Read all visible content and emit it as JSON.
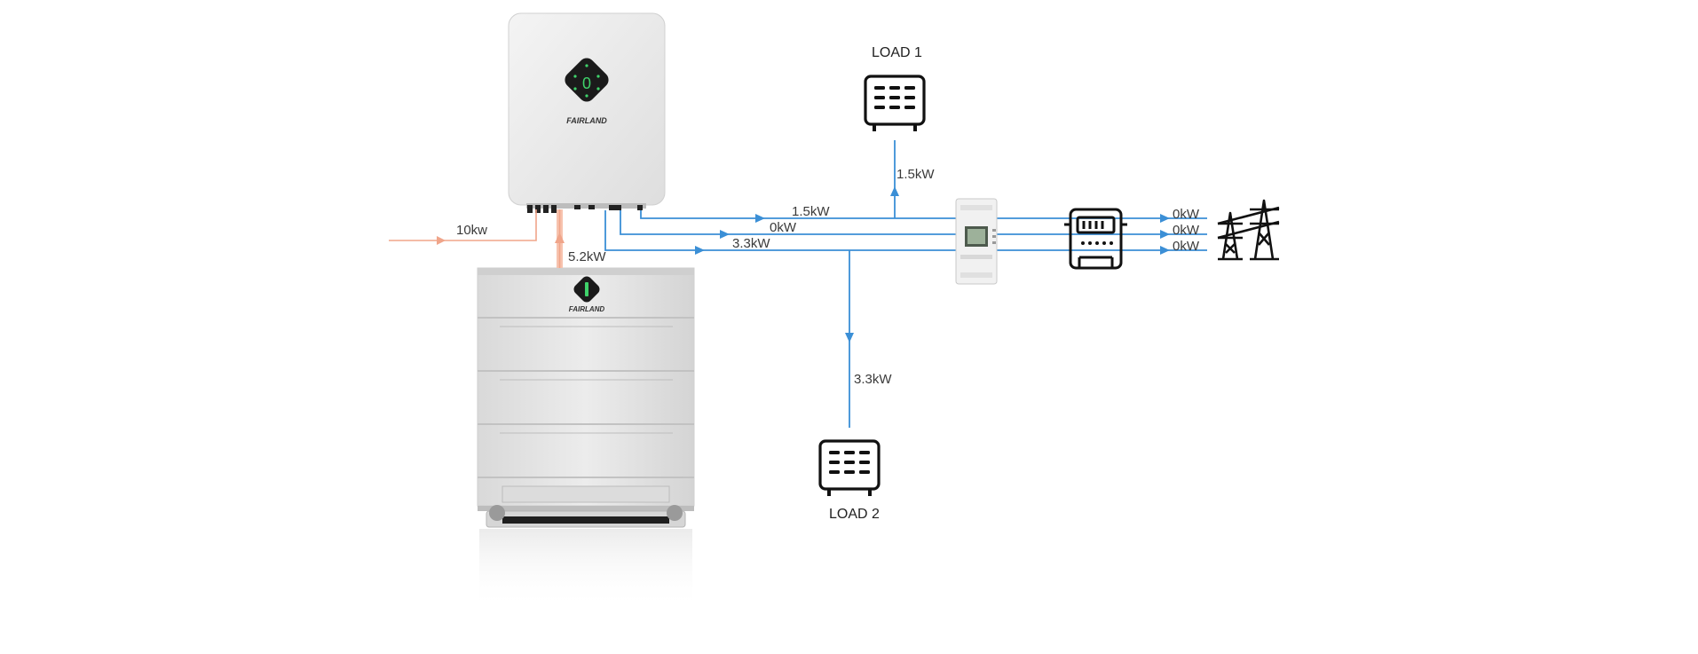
{
  "inverter": {
    "brand": "FAIRLAND",
    "display_digit": "0"
  },
  "battery": {
    "brand": "FAIRLAND"
  },
  "pv_input": {
    "value": "10kw"
  },
  "battery_flow": {
    "value": "5.2kW"
  },
  "load1": {
    "label": "LOAD 1",
    "value": "1.5kW"
  },
  "load2": {
    "label": "LOAD 2",
    "value": "3.3kW"
  },
  "lines": [
    {
      "value": "1.5kW"
    },
    {
      "value": "0kW"
    },
    {
      "value": "3.3kW"
    }
  ],
  "grid_flows": [
    {
      "value": "0kW"
    },
    {
      "value": "0kW"
    },
    {
      "value": "0kW"
    }
  ],
  "colors": {
    "ac_line": "#3b8fd6",
    "dc_line": "#f0a58a",
    "icon": "#111111"
  },
  "icons": [
    "inverter-icon",
    "battery-icon",
    "smart-meter-icon",
    "energy-meter-icon",
    "transmission-tower-icon",
    "load-panel-icon"
  ]
}
